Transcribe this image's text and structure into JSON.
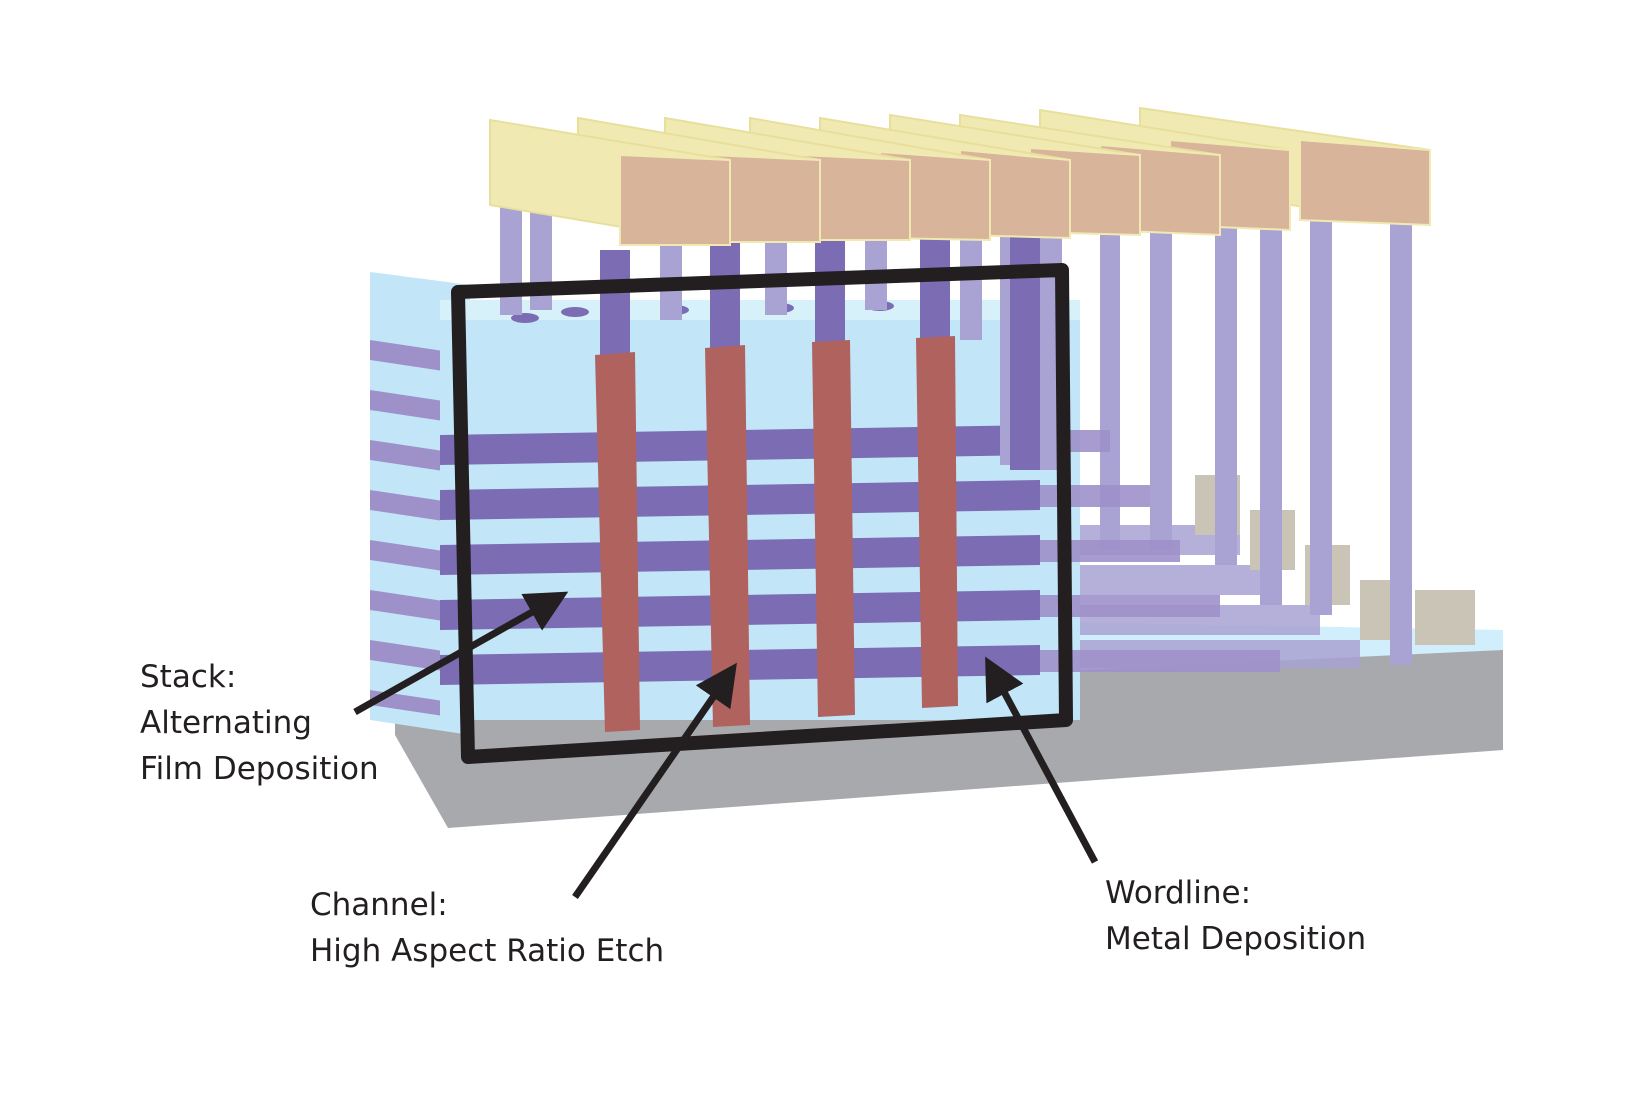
{
  "callouts": {
    "stack": {
      "title": "Stack:",
      "line1": "Alternating",
      "line2": "Film Deposition"
    },
    "channel": {
      "title": "Channel:",
      "line1": "High Aspect Ratio Etch"
    },
    "wordline": {
      "title": "Wordline:",
      "line1": "Metal Deposition"
    }
  },
  "colors": {
    "substrate_front": "#a7a9ac",
    "substrate_top": "#c8ecfa",
    "oxide_layer": "#c2e6f8",
    "nitride_layer": "#7b6cb3",
    "channel": "#b0625f",
    "pillar": "#a9a3d3",
    "bitline_top": "#d8b49a",
    "bitline_side": "#f0eab2",
    "frame": "#231f20"
  },
  "icons": {
    "arrow": "arrow-icon",
    "frame": "highlight-frame"
  }
}
